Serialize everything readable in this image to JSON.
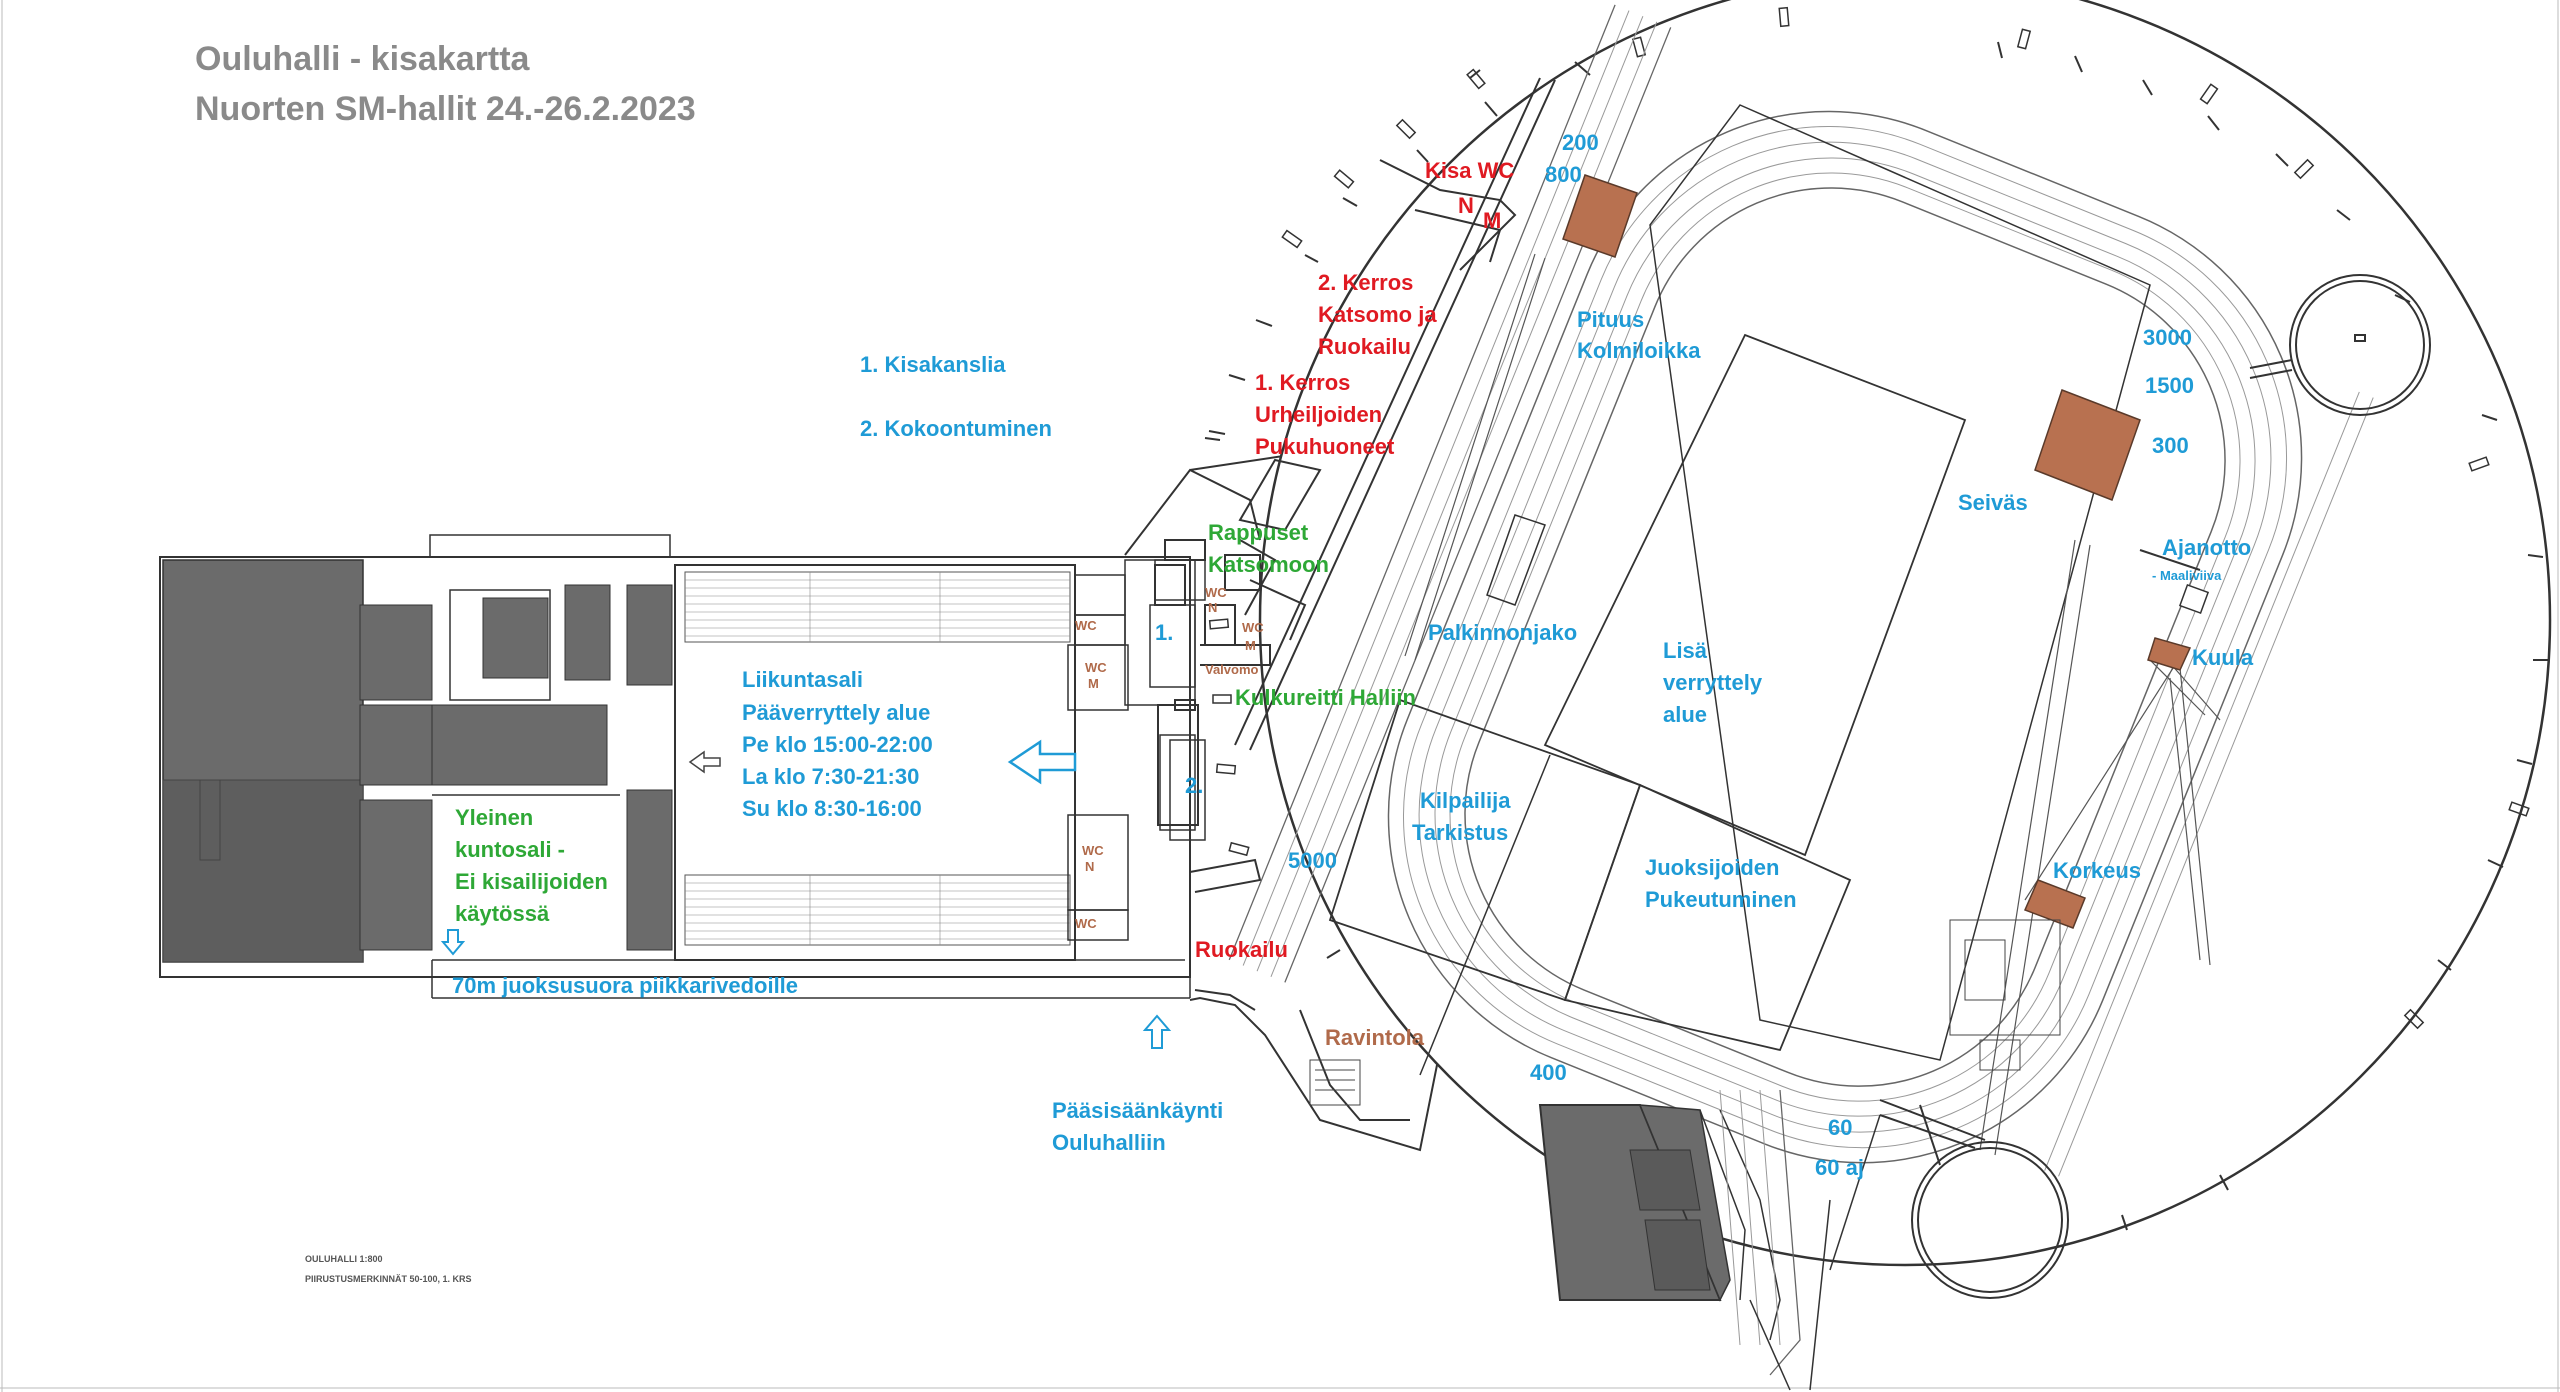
{
  "header": {
    "title_line1": "Ouluhalli - kisakartta",
    "title_line2": "Nuorten SM-hallit 24.-26.2.2023"
  },
  "colors": {
    "blue": "#1f9bd6",
    "red": "#e01a22",
    "green": "#2ea836",
    "brown": "#b06a4a",
    "title_gray": "#8a8a8a",
    "dark_fill": "#6b6b6b",
    "box_brown": "#b87150"
  },
  "labels": {
    "kisakanslia": "1. Kisakanslia",
    "kokoontuminen": "2. Kokoontuminen",
    "kisa_wc": "Kisa WC",
    "wc_n": "N",
    "wc_m": "M",
    "kerros2_l1": "2. Kerros",
    "kerros2_l2": "Katsomo ja",
    "kerros2_l3": "Ruokailu",
    "kerros1_l1": "1. Kerros",
    "kerros1_l2": "Urheiljoiden",
    "kerros1_l3": "Pukuhuoneet",
    "rappuset_l1": "Rappuset",
    "rappuset_l2": "Katsomoon",
    "kulkureitti": "Kulkureitti Halliin",
    "liikuntasali_l1": "Liikuntasali",
    "liikuntasali_l2": "Pääverryttely alue",
    "liikuntasali_l3": "Pe klo 15:00-22:00",
    "liikuntasali_l4": "La klo 7:30-21:30",
    "liikuntasali_l5": "Su klo 8:30-16:00",
    "yleinen_l1": "Yleinen",
    "yleinen_l2": "kuntosali -",
    "yleinen_l3": "Ei kisailijoiden",
    "yleinen_l4": "käytössä",
    "juoksusuora": "70m juoksusuora piikkarivedoille",
    "ruokailu": "Ruokailu",
    "ravintola": "Ravintola",
    "paasisaankaynti_l1": "Pääsisäänkäynti",
    "paasisaankaynti_l2": "Ouluhalliin",
    "pituus_l1": "Pituus",
    "pituus_l2": "Kolmiloikka",
    "palkinnonjako": "Palkinnonjako",
    "lisa_l1": "Lisä",
    "lisa_l2": "verryttely",
    "lisa_l3": "alue",
    "kilpailija_l1": "Kilpailija",
    "kilpailija_l2": "Tarkistus",
    "juoksijat_l1": "Juoksijoiden",
    "juoksijat_l2": "Pukeutuminen",
    "seivas": "Seiväs",
    "ajanotto": "Ajanotto",
    "maaliviiva": "- Maaliviiva",
    "kuula": "Kuula",
    "korkeus": "Korkeus",
    "room1": "1.",
    "room2": "2.",
    "wc": "WC",
    "valvomo": "Valvomo",
    "d200": "200",
    "d800": "800",
    "d3000": "3000",
    "d1500": "1500",
    "d300": "300",
    "d5000": "5000",
    "d400": "400",
    "d60": "60",
    "d60aj": "60 aj",
    "drawing_note1": "OULUHALLI  1:800",
    "drawing_note2": "PIIRUSTUSMERKINNÄT 50-100, 1. KRS"
  }
}
